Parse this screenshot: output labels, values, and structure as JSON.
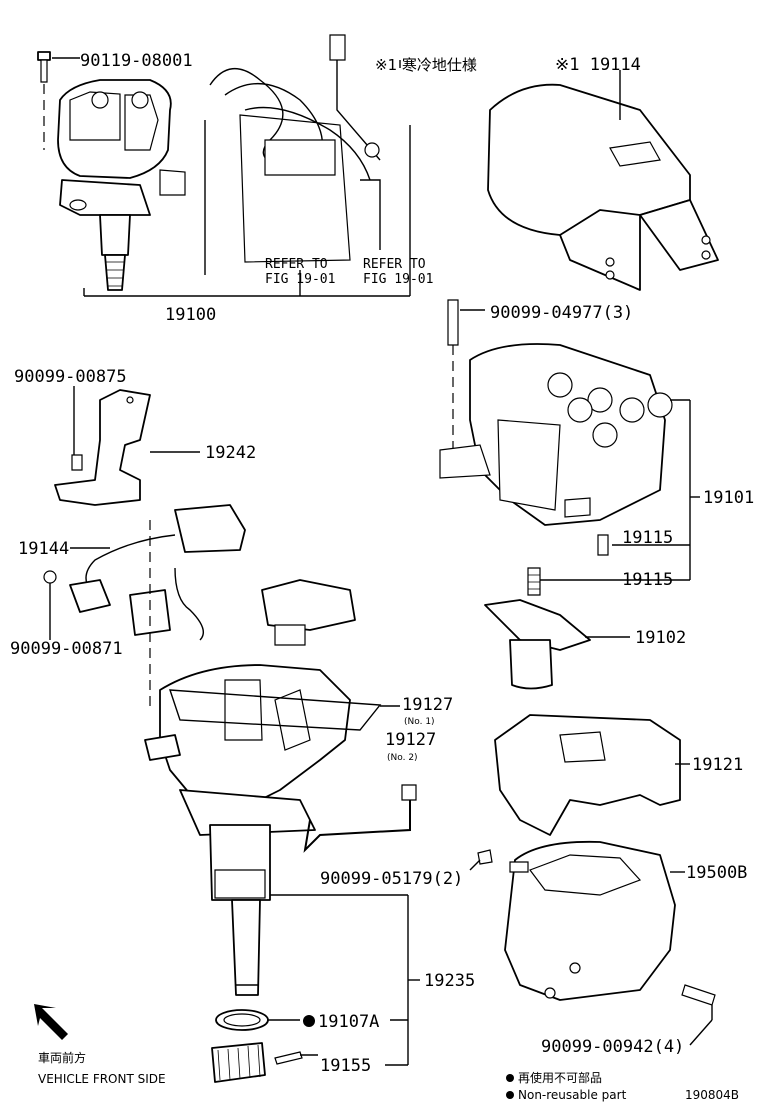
{
  "labels": {
    "p90119_08001": "90119-08001",
    "cold_spec": "※1 寒冷地仕様",
    "p19114": "※1 19114",
    "refer1_line1": "REFER TO",
    "refer1_line2": "FIG 19-01",
    "refer2_line1": "REFER TO",
    "refer2_line2": "FIG 19-01",
    "p19100": "19100",
    "p90099_04977": "90099-04977(3)",
    "p90099_00875": "90099-00875",
    "p19242": "19242",
    "p19101": "19101",
    "p19144": "19144",
    "p19115a": "19115",
    "p19115b": "19115",
    "p90099_00871": "90099-00871",
    "p19102": "19102",
    "p19127a": "19127",
    "p19127a_sub": "(No. 1)",
    "p19127b": "19127",
    "p19127b_sub": "(No. 2)",
    "p19121": "19121",
    "p90099_05179": "90099-05179(2)",
    "p19500B": "19500B",
    "p19235": "19235",
    "p19107A": "19107A",
    "p90099_00942": "90099-00942(4)",
    "p19155": "19155"
  },
  "legend": {
    "front_jp": "車両前方",
    "front_en": "VEHICLE FRONT SIDE",
    "nonreuse_jp": "再使用不可部品",
    "nonreuse_en": "Non-reusable part",
    "figure_id": "190804B"
  }
}
